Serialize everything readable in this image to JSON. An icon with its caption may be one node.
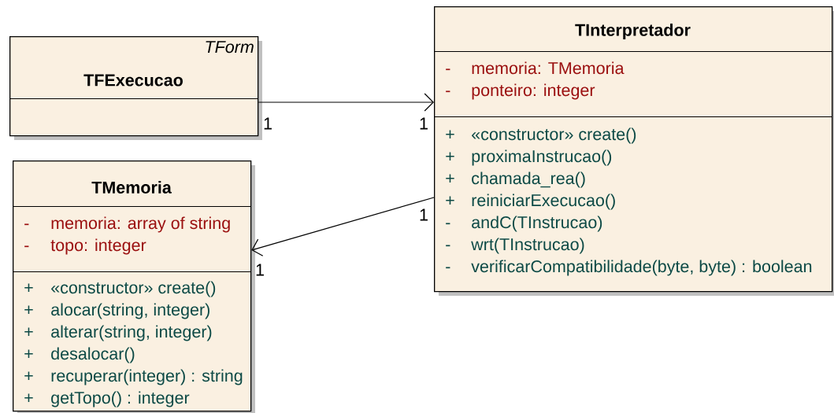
{
  "diagram": {
    "nodes": [
      {
        "text": [
          "TForm",
          "TFExecucao"
        ]
      },
      {
        "text": [],
        "shape": "box",
        "in": 0
      },
      {
        "text": [
          "TInterpretador"
        ]
      },
      {
        "text": [
          "-",
          "memoria:  TMemoria",
          "-",
          "ponteiro:  integer"
        ],
        "in": 2
      },
      {
        "text": [
          "+",
          "«constructor» create()",
          "+",
          "proximaInstrucao()",
          "+",
          "chamada_rea()",
          "+",
          "reiniciarExecucao()",
          "-",
          "andC(TInstrucao)",
          "-",
          "wrt(TInstrucao)",
          "-",
          "verificarCompatibilidade(byte, byte) : boolean"
        ],
        "in": 2
      },
      {
        "text": [
          "TMemoria"
        ]
      },
      {
        "text": [
          "-",
          "memoria:  array of string",
          "-",
          "topo:  integer"
        ],
        "in": 5
      },
      {
        "text": [
          "+",
          "«constructor» create()",
          "+",
          "alocar(string, integer)",
          "+",
          "alterar(string, integer)",
          "+",
          "desalocar()",
          "+",
          "recuperar(integer) : string",
          "+",
          "getTopo() : integer"
        ],
        "in": 5
      }
    ],
    "edges": [
      {
        "from": 0,
        "to": 2,
        "arrow": "to"
      },
      {
        "from": 2,
        "to": 5,
        "arrow": "to"
      }
    ],
    "labels": [
      "1",
      "1",
      "1",
      "1"
    ]
  }
}
